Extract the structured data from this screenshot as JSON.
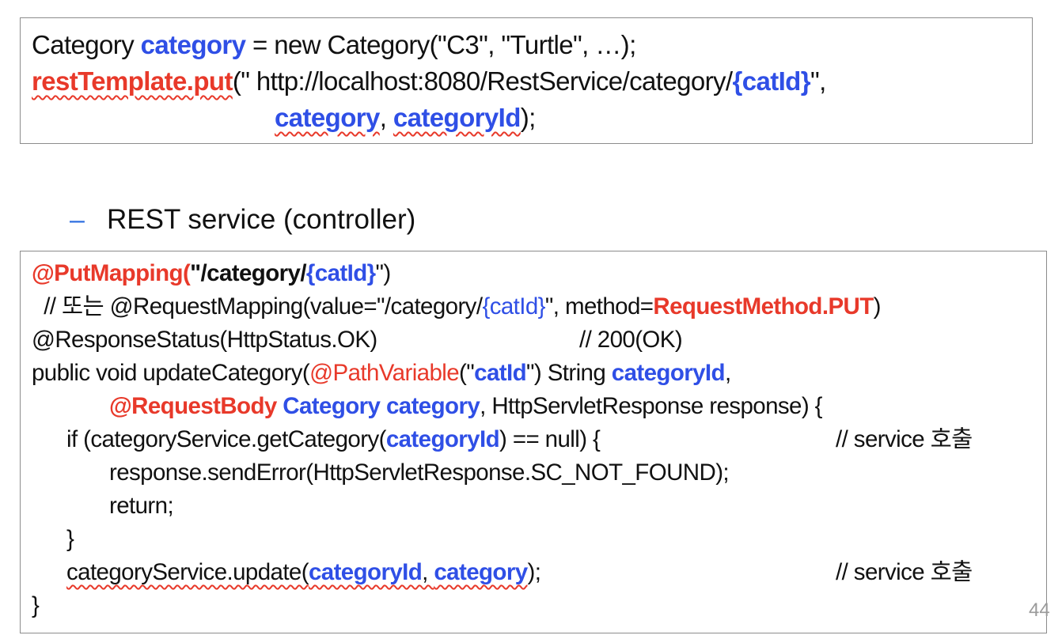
{
  "client_code": {
    "l1_a": "Category ",
    "l1_b": "category",
    "l1_c": " = new Category(\"C3\", \"Turtle\", …);",
    "l2_a": "restTemplate.put",
    "l2_b": "(\" http://localhost:8080/RestService/category/",
    "l2_c": "{catId}",
    "l2_d": "\",",
    "l3_a": "category",
    "l3_b": ", ",
    "l3_c": "categoryId",
    "l3_d": ");"
  },
  "bullet": {
    "dash": "–",
    "text": "REST service (controller)"
  },
  "server_code": {
    "s1_a": "@PutMapping(",
    "s1_b": "\"/category/",
    "s1_c": "{catId}",
    "s1_d": "\")",
    "s2_a": "  // 또는 @RequestMapping(value=\"/category/",
    "s2_b": "{catId}",
    "s2_c": "\", method=",
    "s2_d": "RequestMethod.PUT",
    "s2_e": ")",
    "s3_a": "@ResponseStatus(HttpStatus.OK)",
    "s3_b": "// 200(OK)",
    "s4_a": "public void updateCategory(",
    "s4_b": "@PathVariable",
    "s4_c": "(\"",
    "s4_d": "catId",
    "s4_e": "\") String ",
    "s4_f": "categoryId",
    "s4_g": ",",
    "s5_a": "@RequestBody",
    "s5_b": " Category category",
    "s5_c": ", HttpServletResponse response) {",
    "s6_a": "if (categoryService.getCategory(",
    "s6_b": "categoryId",
    "s6_c": ") == null) {",
    "s6_d": "// service 호출",
    "s7": "response.sendError(HttpServletResponse.SC_NOT_FOUND);",
    "s8": "return;",
    "s9": "}",
    "s10_a": "categoryService.update(",
    "s10_b": "categoryId",
    "s10_c": ", ",
    "s10_d": "category",
    "s10_e": ");",
    "s10_f": "// service 호출",
    "s11": "}"
  },
  "page_number": "44",
  "colors": {
    "keyword_blue": "#2f4fe6",
    "keyword_red": "#e8392a",
    "bullet_blue": "#2f6fe0",
    "border": "#8c8c8c"
  }
}
